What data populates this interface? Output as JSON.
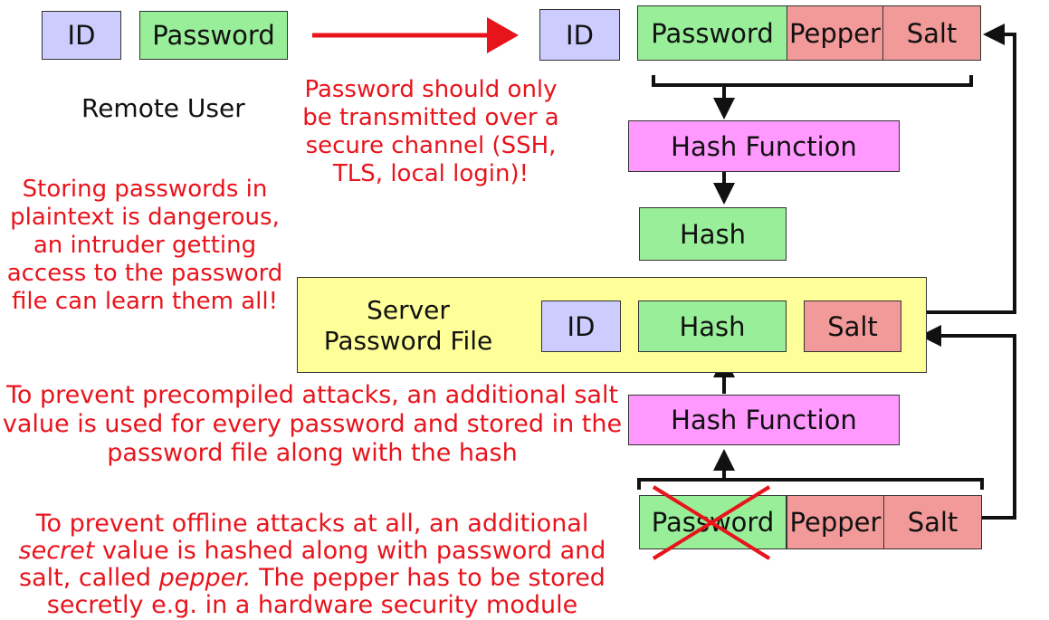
{
  "top_left": {
    "id": "ID",
    "password": "Password"
  },
  "top_right": {
    "id": "ID",
    "password": "Password",
    "pepper": "Pepper",
    "salt": "Salt"
  },
  "remote_user": "Remote User",
  "secure_channel_note": [
    "Password should only",
    "be transmitted over a",
    "secure channel (SSH,",
    "TLS, local login)!"
  ],
  "plaintext_note": [
    "Storing passwords in",
    "plaintext is dangerous,",
    "an intruder getting",
    "access to the password",
    "file can learn them all!"
  ],
  "hash_function_top": "Hash Function",
  "hash_top": "Hash",
  "server_file": {
    "title_line1": "Server",
    "title_line2": "Password File",
    "id": "ID",
    "hash": "Hash",
    "salt": "Salt"
  },
  "hash_function_bottom": "Hash Function",
  "salt_note": [
    "To prevent precompiled attacks, an additional salt",
    "value is used for every password and stored in the",
    "password file along with the hash"
  ],
  "pepper_note": {
    "line1": "To prevent offline attacks at all, an additional",
    "line2_em": "secret",
    "line2_rest": " value is hashed along with password and",
    "line3_pre": "salt, called ",
    "line3_em": "pepper.",
    "line3_rest": " The pepper has to be stored",
    "line4": "secretly e.g. in a hardware security module"
  },
  "bottom_row": {
    "password": "Password",
    "pepper": "Pepper",
    "salt": "Salt"
  },
  "colors": {
    "id_box": "#ccccff",
    "green_box": "#99ee99",
    "hash_function": "#ff99ff",
    "salt_pepper": "#f29999",
    "server_file": "#ffff99",
    "note_text": "#e8141c",
    "transmit_arrow": "#e8141c"
  }
}
